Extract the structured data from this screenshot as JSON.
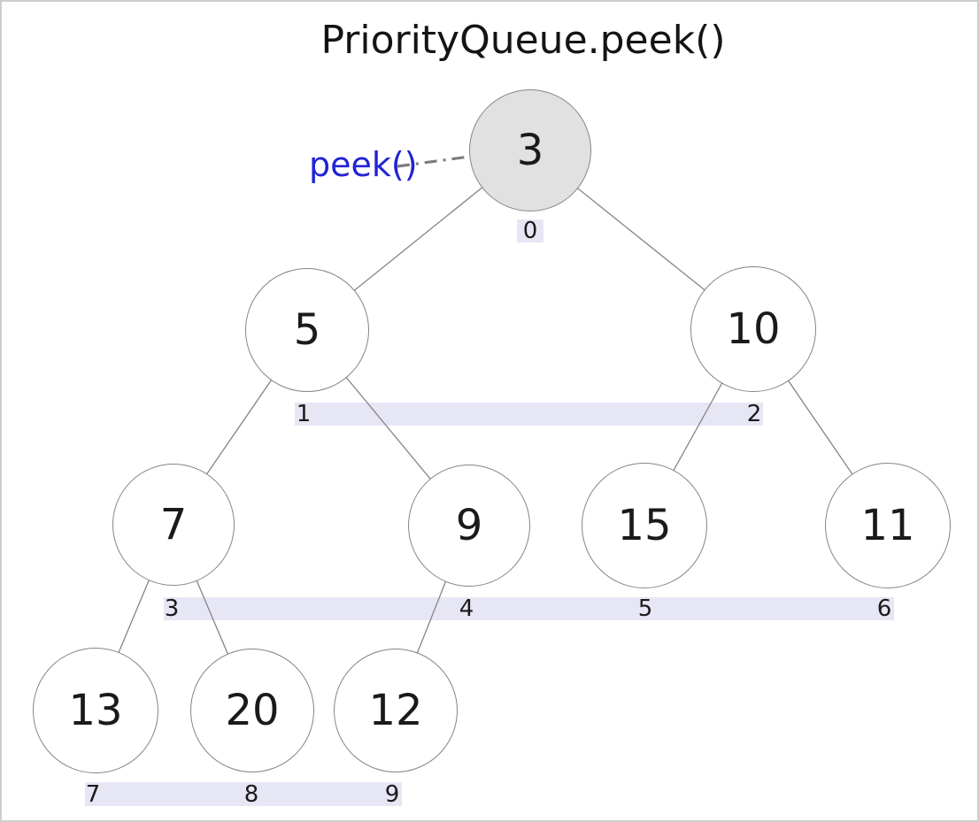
{
  "title": "PriorityQueue.peek()",
  "annotation": {
    "label": "peek()",
    "color": "#2222d6",
    "points_to_value": "3"
  },
  "nodes": [
    {
      "value": "3",
      "index": "0",
      "highlighted": true
    },
    {
      "value": "5",
      "index": "1",
      "highlighted": false
    },
    {
      "value": "10",
      "index": "2",
      "highlighted": false
    },
    {
      "value": "7",
      "index": "3",
      "highlighted": false
    },
    {
      "value": "9",
      "index": "4",
      "highlighted": false
    },
    {
      "value": "15",
      "index": "5",
      "highlighted": false
    },
    {
      "value": "11",
      "index": "6",
      "highlighted": false
    },
    {
      "value": "13",
      "index": "7",
      "highlighted": false
    },
    {
      "value": "20",
      "index": "8",
      "highlighted": false
    },
    {
      "value": "12",
      "index": "9",
      "highlighted": false
    }
  ],
  "edges": [
    [
      0,
      1
    ],
    [
      0,
      2
    ],
    [
      1,
      3
    ],
    [
      1,
      4
    ],
    [
      2,
      5
    ],
    [
      2,
      6
    ],
    [
      3,
      7
    ],
    [
      3,
      8
    ],
    [
      4,
      9
    ]
  ],
  "colors": {
    "highlight_fill": "#e1e1e1",
    "node_fill": "#ffffff",
    "node_stroke": "#858585",
    "band_bg": "#e6e6f5",
    "annotation_blue": "#2222d6",
    "text": "#1a1a1a"
  }
}
